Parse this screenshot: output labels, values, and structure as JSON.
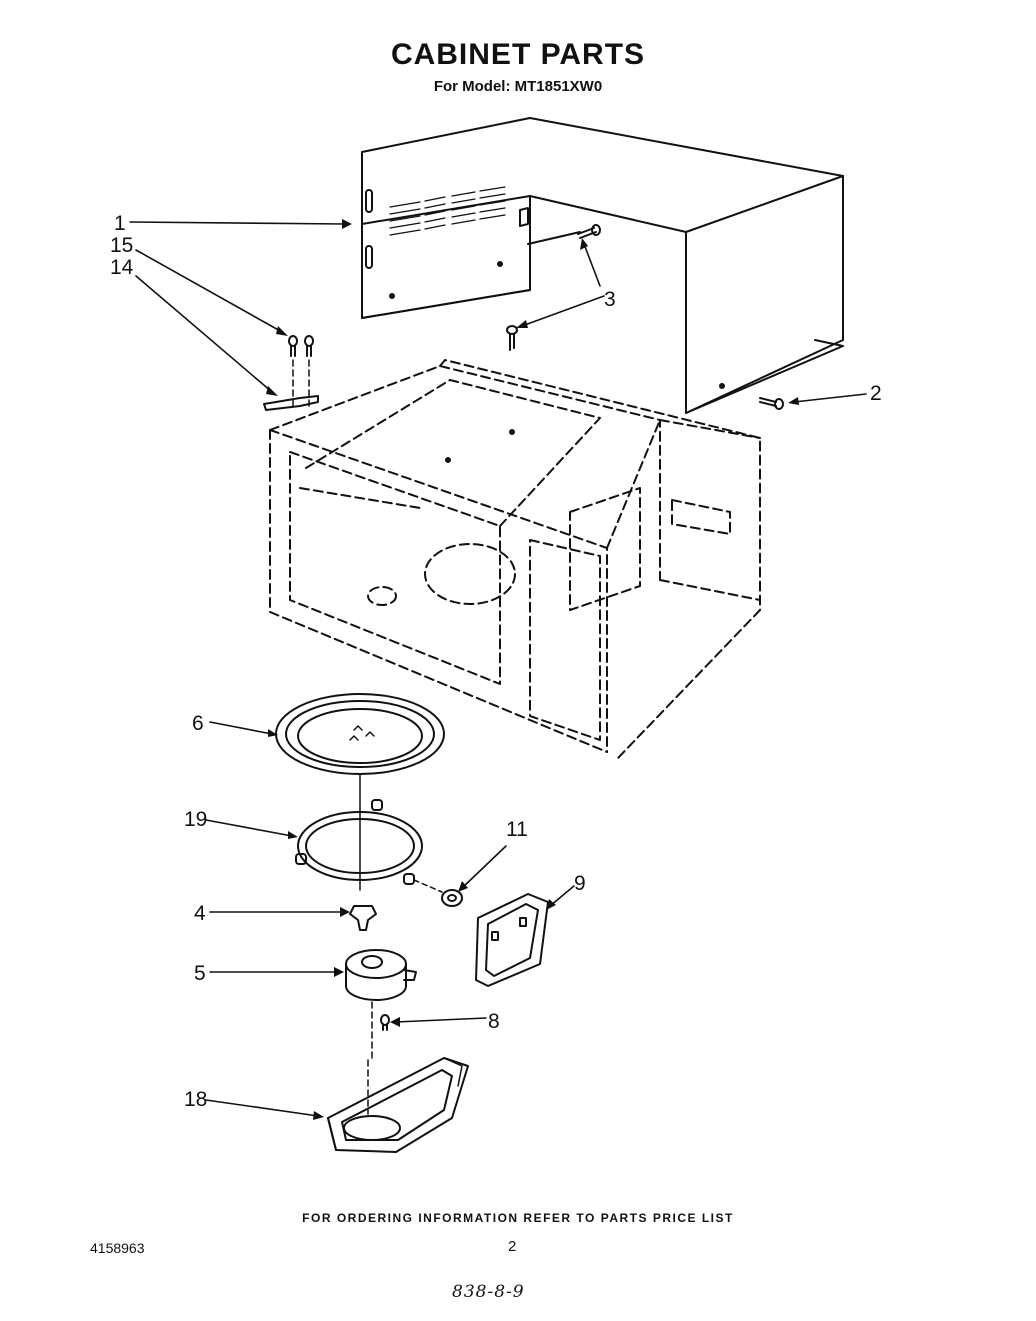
{
  "header": {
    "title": "CABINET PARTS",
    "subtitle": "For Model: MT1851XW0"
  },
  "callouts": [
    {
      "id": "1",
      "label": "1"
    },
    {
      "id": "15",
      "label": "15"
    },
    {
      "id": "14",
      "label": "14"
    },
    {
      "id": "3",
      "label": "3"
    },
    {
      "id": "2",
      "label": "2"
    },
    {
      "id": "6",
      "label": "6"
    },
    {
      "id": "19",
      "label": "19"
    },
    {
      "id": "11",
      "label": "11"
    },
    {
      "id": "4",
      "label": "4"
    },
    {
      "id": "9",
      "label": "9"
    },
    {
      "id": "5",
      "label": "5"
    },
    {
      "id": "8",
      "label": "8"
    },
    {
      "id": "18",
      "label": "18"
    }
  ],
  "footer": {
    "ordering_note": "FOR ORDERING INFORMATION REFER TO PARTS PRICE LIST",
    "doc_number": "4158963",
    "page_number": "2",
    "handwritten_code": "838-8-9"
  }
}
